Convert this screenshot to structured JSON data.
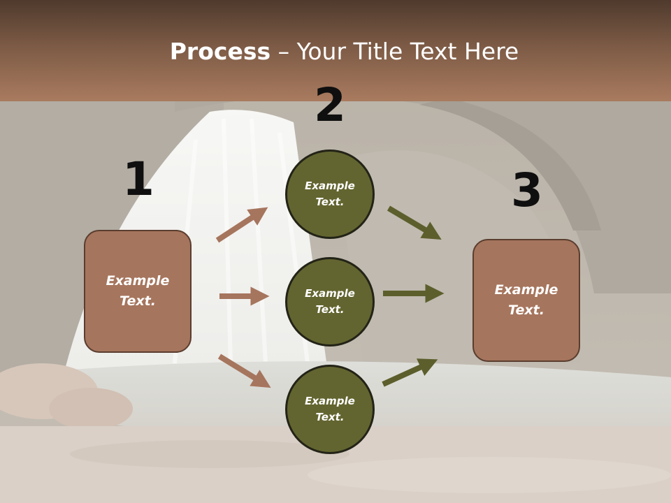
{
  "slide": {
    "title_bold": "Process",
    "title_rest": " – Your Title Text Here"
  },
  "steps": {
    "step1_number": "1",
    "step2_number": "2",
    "step3_number": "3"
  },
  "left_box": {
    "text_line1": "Example",
    "text_line2": "Text."
  },
  "right_box": {
    "text_line1": "Example",
    "text_line2": "Text."
  },
  "circles": [
    {
      "line1": "Example",
      "line2": "Text."
    },
    {
      "line1": "Example",
      "line2": "Text."
    },
    {
      "line1": "Example",
      "line2": "Text."
    }
  ],
  "colors": {
    "header_top": "#4f3a2d",
    "header_bottom": "#a97b5f",
    "box_fill": "#a6755d",
    "circle_fill": "#636530",
    "brown_arrow": "#a6755d",
    "olive_arrow": "#5c5f2c"
  }
}
